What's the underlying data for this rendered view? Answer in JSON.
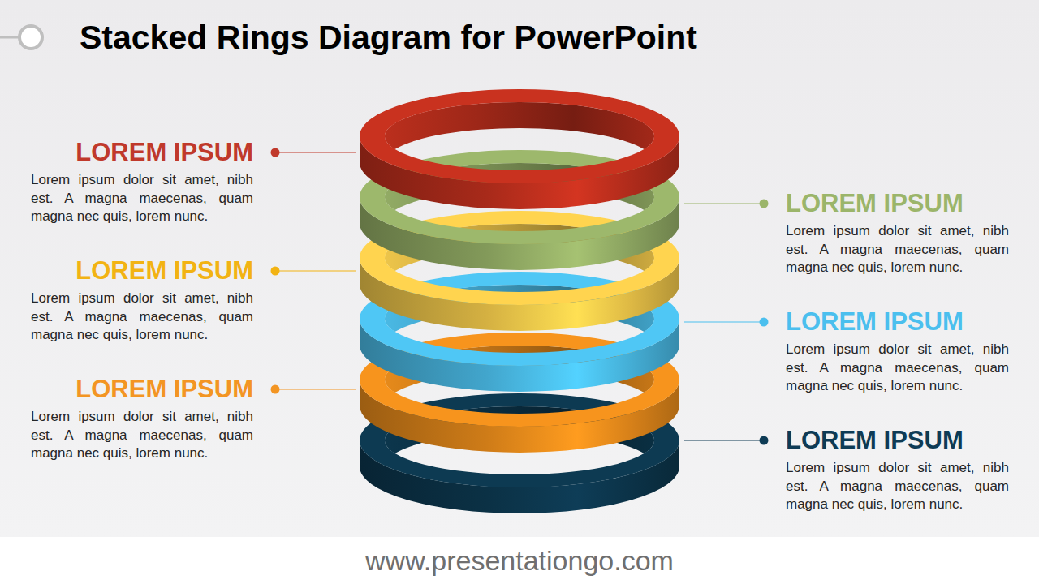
{
  "diagram": {
    "title": "Stacked Rings Diagram for PowerPoint",
    "nodes": [
      {
        "text": [
          "LOREM IPSUM",
          "Lorem ipsum dolor sit amet, nibh est. A magna maecenas, quam magna nec quis, lorem nunc."
        ]
      },
      {
        "text": [
          "LOREM IPSUM",
          "Lorem ipsum dolor sit amet, nibh est. A magna maecenas, quam magna nec quis, lorem nunc."
        ]
      },
      {
        "text": [
          "LOREM IPSUM",
          "Lorem ipsum dolor sit amet, nibh est. A magna maecenas, quam magna nec quis, lorem nunc."
        ]
      },
      {
        "text": [
          "LOREM IPSUM",
          "Lorem ipsum dolor sit amet, nibh est. A magna maecenas, quam magna nec quis, lorem nunc."
        ]
      },
      {
        "text": [
          "LOREM IPSUM",
          "Lorem ipsum dolor sit amet, nibh est. A magna maecenas, quam magna nec quis, lorem nunc."
        ]
      },
      {
        "text": [
          "LOREM IPSUM",
          "Lorem ipsum dolor sit amet, nibh est. A magna maecenas, quam magna nec quis, lorem nunc."
        ]
      }
    ],
    "labels": [
      "www.presentationgo.com"
    ]
  }
}
